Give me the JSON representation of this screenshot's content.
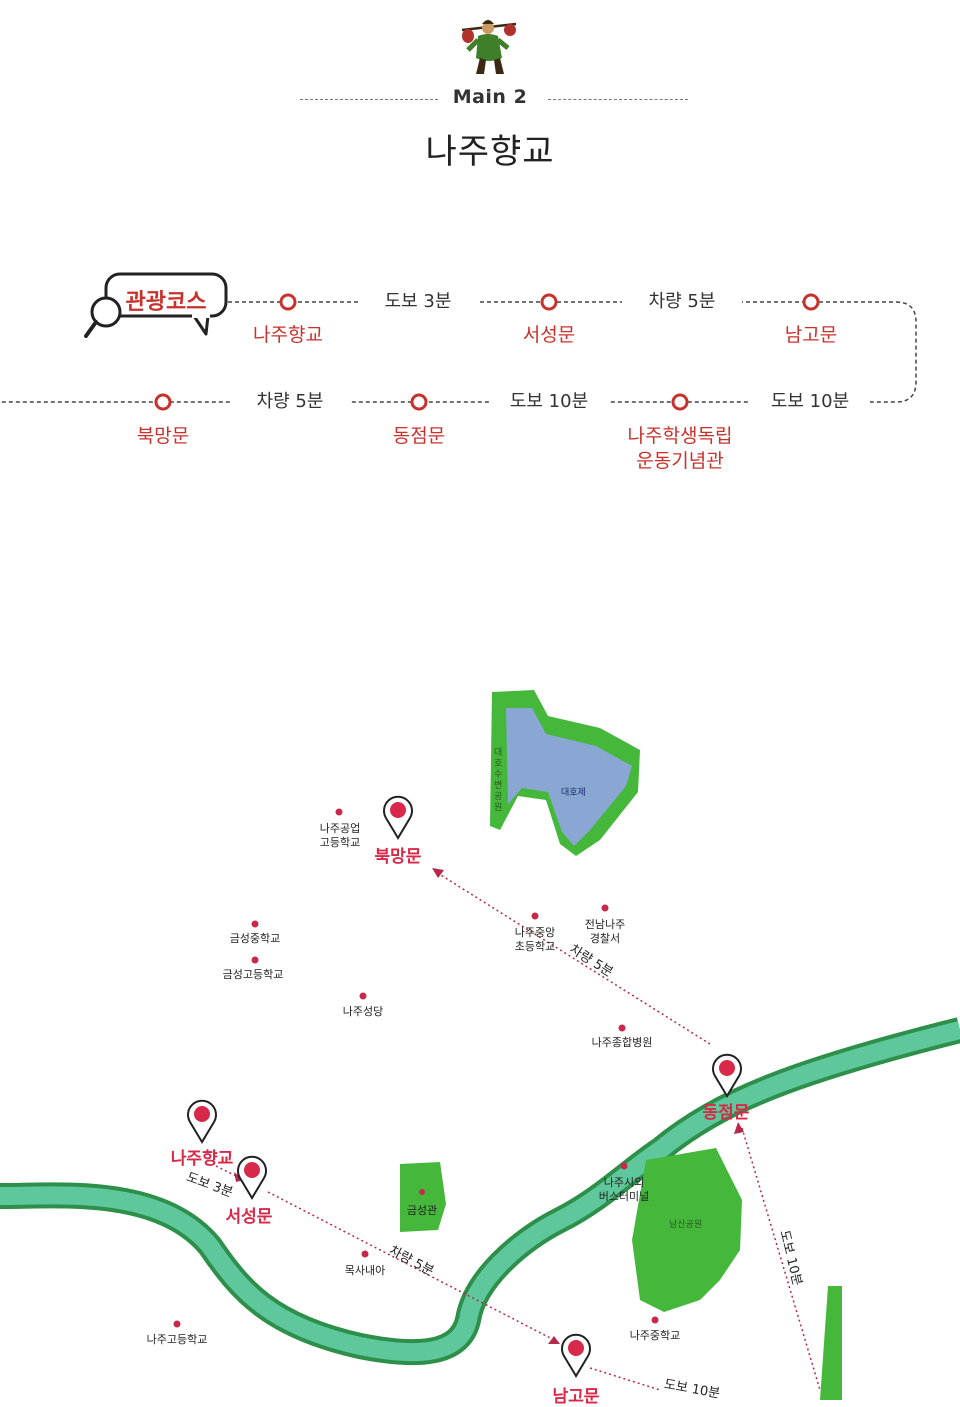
{
  "header": {
    "main_label": "Main 2",
    "title": "나주향교"
  },
  "course": {
    "badge": "관광코스",
    "stops": [
      "나주향교",
      "서성문",
      "남고문",
      "나주학생독립\n운동기념관",
      "동점문",
      "북망문"
    ],
    "segments": [
      "도보 3분",
      "차량 5분",
      "도보 10분",
      "도보 10분",
      "차량 5분"
    ]
  },
  "map": {
    "stops": {
      "hyanggyo": "나주향교",
      "seoseongmun": "서성문",
      "namgomun": "남고문",
      "dongjeommun": "동점문",
      "bukmangmun": "북망문"
    },
    "routes": {
      "walk3": "도보 3분",
      "car5_south": "차량 5분",
      "car5_north": "차량 5분",
      "walk10_east": "도보 10분",
      "walk10_south": "도보 10분"
    },
    "pois": {
      "technical_high": "나주공업\n고등학교",
      "geumseong_middle": "금성중학교",
      "geumseong_high": "금성고등학교",
      "catholic": "나주성당",
      "central_elementary": "나주중앙\n초등학교",
      "police": "전남나주\n경찰서",
      "hospital": "나주종합병원",
      "bus_terminal": "나주시외\n버스터미널",
      "geumseonggwan": "금성관",
      "moksa": "목사내아",
      "naju_high": "나주고등학교",
      "naju_middle": "나주중학교"
    },
    "areas": {
      "lake": "대호제",
      "park_west": "대호수변공원",
      "park_south": "남산공원"
    }
  },
  "colors": {
    "accent_red": "#c8312c",
    "pin_red": "#d8294a",
    "river_green": "#4cbf88",
    "park_green": "#45b83c",
    "lake_blue": "#8aa7d4"
  }
}
